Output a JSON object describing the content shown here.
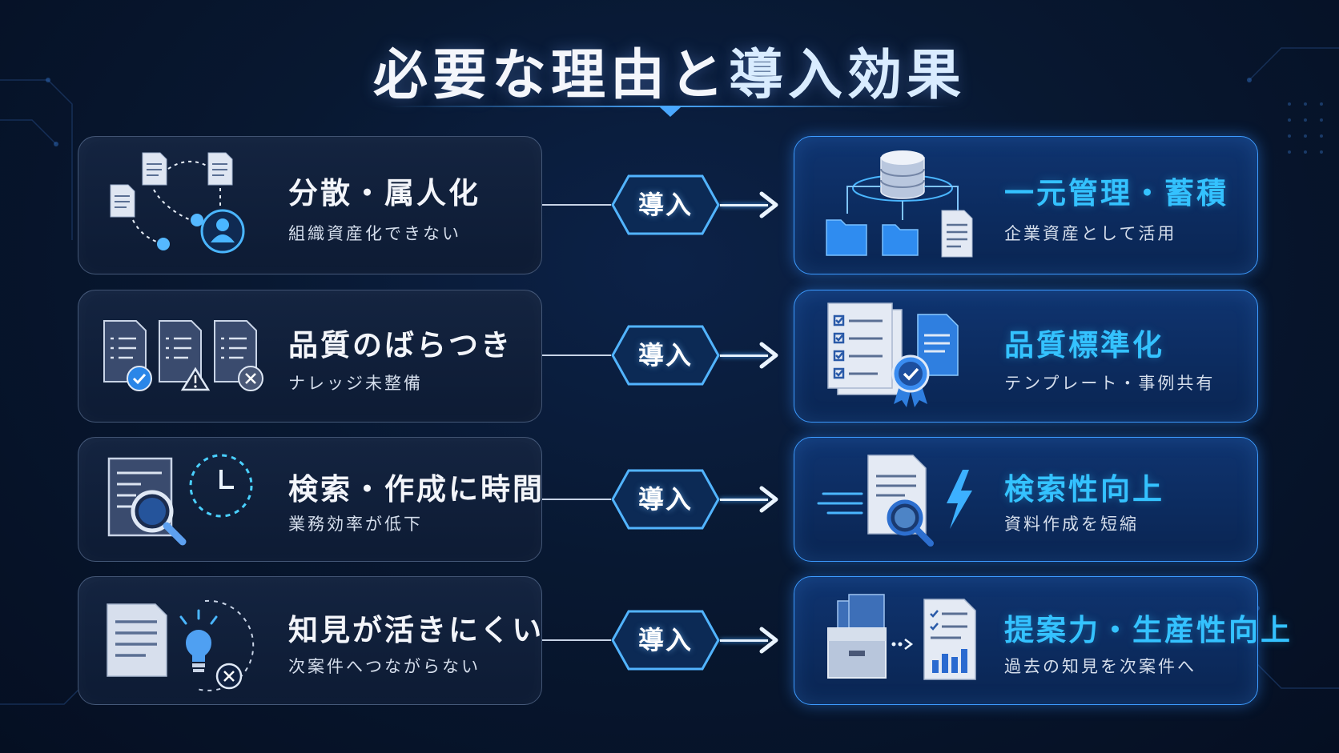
{
  "title": {
    "part1": "必要な理由と",
    "part2": "導入効果"
  },
  "connector_label": "導入",
  "rows": [
    {
      "problem": {
        "heading": "分散・属人化",
        "sub": "組織資産化できない",
        "icon": "scattered-documents-person-icon"
      },
      "effect": {
        "heading": "一元管理・蓄積",
        "sub": "企業資産として活用",
        "icon": "database-folders-icon"
      }
    },
    {
      "problem": {
        "heading": "品質のばらつき",
        "sub": "ナレッジ未整備",
        "icon": "checklist-documents-icon"
      },
      "effect": {
        "heading": "品質標準化",
        "sub": "テンプレート・事例共有",
        "icon": "template-award-icon"
      }
    },
    {
      "problem": {
        "heading": "検索・作成に時間",
        "sub": "業務効率が低下",
        "icon": "search-document-clock-icon"
      },
      "effect": {
        "heading": "検索性向上",
        "sub": "資料作成を短縮",
        "icon": "fast-search-lightning-icon"
      }
    },
    {
      "problem": {
        "heading": "知見が活きにくい",
        "sub": "次案件へつながらない",
        "icon": "document-lightbulb-icon"
      },
      "effect": {
        "heading": "提案力・生産性向上",
        "sub": "過去の知見を次案件へ",
        "icon": "archive-to-report-icon"
      }
    }
  ],
  "colors": {
    "accent": "#34c2ff",
    "glow": "#3d9bff",
    "background": "#081831"
  }
}
